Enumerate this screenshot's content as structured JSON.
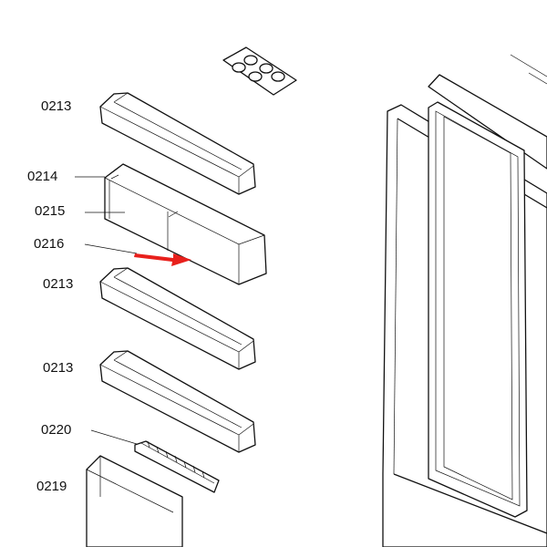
{
  "labels": [
    {
      "id": "shelf-1",
      "text": "0213"
    },
    {
      "id": "bottle-box",
      "text": "0214"
    },
    {
      "id": "box-cover",
      "text": "0215"
    },
    {
      "id": "box-cover-2",
      "text": "0216"
    },
    {
      "id": "shelf-2",
      "text": "0213"
    },
    {
      "id": "shelf-3",
      "text": "0213"
    },
    {
      "id": "bottle-retainer",
      "text": "0220"
    },
    {
      "id": "bottom-shelf",
      "text": "0219"
    }
  ],
  "colors": {
    "arrow": "#e8201c",
    "line": "#111111"
  }
}
